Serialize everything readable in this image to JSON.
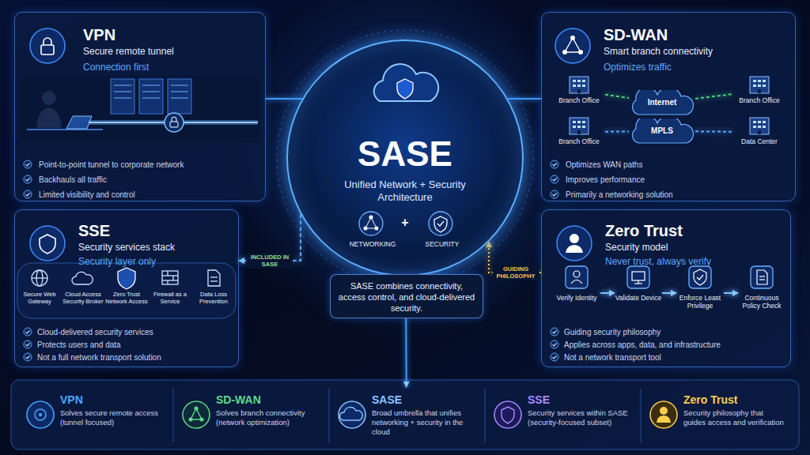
{
  "diagram": {
    "nodes": [
      {
        "text": [
          "VPN",
          "Secure remote tunnel",
          "Connection first",
          "Point-to-point tunnel to corporate network",
          "Backhauls all traffic",
          "Limited visibility and control"
        ]
      },
      {
        "text": [
          "SD-WAN",
          "Smart branch connectivity",
          "Optimizes traffic",
          "Optimizes WAN paths",
          "Improves performance",
          "Primarily a networking solution"
        ]
      },
      {
        "text": [
          "Branch Office"
        ],
        "in": 1
      },
      {
        "text": [
          "Internet"
        ],
        "in": 1
      },
      {
        "text": [
          "Branch Office"
        ],
        "in": 1
      },
      {
        "text": [
          "MPLS"
        ],
        "in": 1
      },
      {
        "text": [
          "Branch Office"
        ],
        "in": 1
      },
      {
        "text": [
          "Data Center"
        ],
        "in": 1
      },
      {
        "text": [
          "SASE",
          "Unified Network + Security Architecture"
        ]
      },
      {
        "text": [
          "NETWORKING"
        ],
        "in": 8
      },
      {
        "text": [
          "SECURITY"
        ],
        "in": 8
      },
      {
        "text": [
          "SASE combines connectivity, access control, and cloud-delivered security."
        ],
        "in": 8
      },
      {
        "text": [
          "SSE",
          "Security services stack",
          "Security layer only",
          "Cloud-delivered security services",
          "Protects users and data",
          "Not a full network transport solution"
        ]
      },
      {
        "text": [
          "Secure Web Gateway"
        ],
        "in": 12
      },
      {
        "text": [
          "Cloud Access Security Broker"
        ],
        "in": 12
      },
      {
        "text": [
          "Zero Trust Network Access"
        ],
        "in": 12
      },
      {
        "text": [
          "Firewall as a Service"
        ],
        "in": 12
      },
      {
        "text": [
          "Data Loss Prevention"
        ],
        "in": 12
      },
      {
        "text": [
          "Zero Trust",
          "Security model",
          "Never trust, always verify",
          "Guiding security philosophy",
          "Applies across apps, data, and infrastructure",
          "Not a network transport tool"
        ]
      },
      {
        "text": [
          "Verify Identity"
        ],
        "in": 18
      },
      {
        "text": [
          "Validate Device"
        ],
        "in": 18
      },
      {
        "text": [
          "Enforce Least Privilege"
        ],
        "in": 18
      },
      {
        "text": [
          "Continuous Policy Check"
        ],
        "in": 18
      },
      {
        "text": [
          "VPN",
          "Solves secure remote access (tunnel focused)"
        ]
      },
      {
        "text": [
          "SD-WAN",
          "Solves branch connectivity (network optimization)"
        ]
      },
      {
        "text": [
          "SASE",
          "Broad umbrella that unifies networking + security in the cloud"
        ]
      },
      {
        "text": [
          "SSE",
          "Security services within SASE (security-focused subset)"
        ]
      },
      {
        "text": [
          "Zero Trust",
          "Security philosophy that guides access and verification"
        ]
      }
    ],
    "edges": [
      {
        "from": 0,
        "to": 8,
        "arrow": "none"
      },
      {
        "from": 1,
        "to": 8,
        "arrow": "none"
      },
      {
        "from": 8,
        "to": 12,
        "arrow": "to",
        "label": "INCLUDED IN SASE"
      },
      {
        "from": 18,
        "to": 8,
        "arrow": "to",
        "label": "GUIDING PHILOSOPHY"
      },
      {
        "from": 8,
        "to": 25,
        "arrow": "to"
      },
      {
        "from": 2,
        "to": 3,
        "arrow": "none"
      },
      {
        "from": 3,
        "to": 4,
        "arrow": "none"
      },
      {
        "from": 6,
        "to": 5,
        "arrow": "none"
      },
      {
        "from": 5,
        "to": 7,
        "arrow": "none"
      },
      {
        "from": 19,
        "to": 20,
        "arrow": "to"
      },
      {
        "from": 20,
        "to": 21,
        "arrow": "to"
      },
      {
        "from": 21,
        "to": 22,
        "arrow": "to"
      }
    ],
    "labels": [
      "+"
    ]
  }
}
